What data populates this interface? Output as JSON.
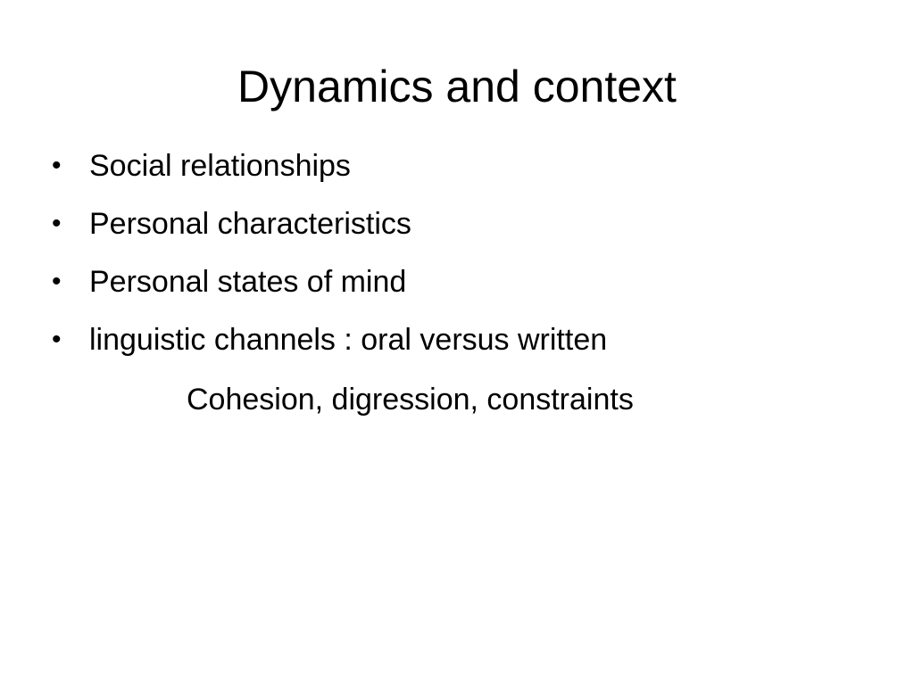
{
  "slide": {
    "title": "Dynamics and context",
    "bullet_symbol": "•",
    "bullets": [
      "Social relationships",
      "Personal characteristics",
      "Personal states of mind",
      " linguistic channels : oral versus written"
    ],
    "sub_line": "Cohesion, digression, constraints"
  }
}
